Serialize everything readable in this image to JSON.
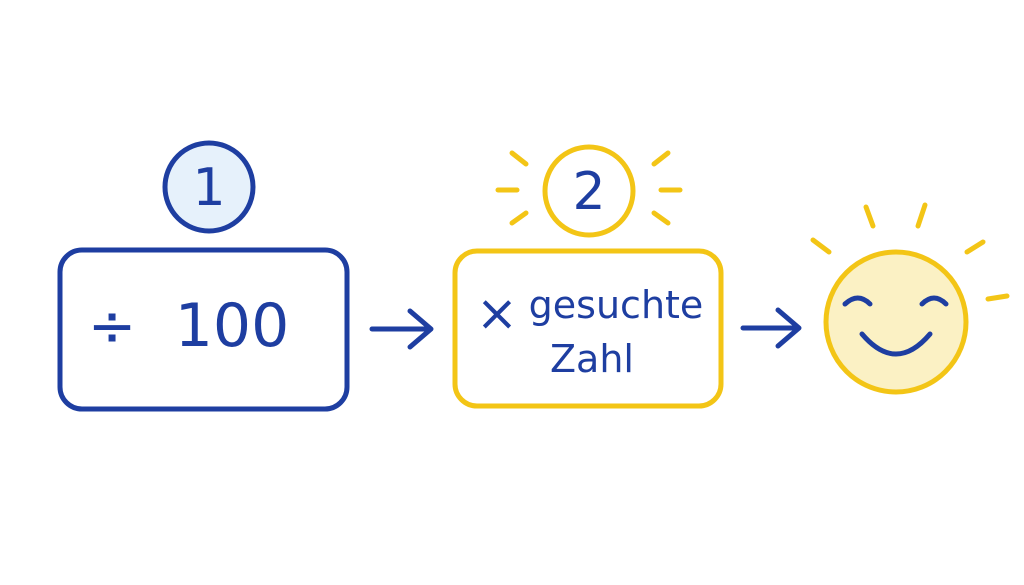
{
  "colors": {
    "blue": "#1E3EA1",
    "yellow": "#F3C516",
    "blue_fill": "#E6F1FB",
    "yellow_fill": "#FBF1C4",
    "white": "#FFFFFF"
  },
  "steps": [
    {
      "number": "1",
      "operator_symbol": "÷",
      "operand": "100",
      "color_role": "blue"
    },
    {
      "number": "2",
      "operator_symbol": "×",
      "label_line1": "gesuchte",
      "label_line2": "Zahl",
      "color_role": "yellow"
    }
  ],
  "icons": {
    "divide": "divide-icon",
    "multiply": "multiply-icon",
    "arrow": "arrow-right-icon",
    "result": "smiley-sun-icon"
  }
}
